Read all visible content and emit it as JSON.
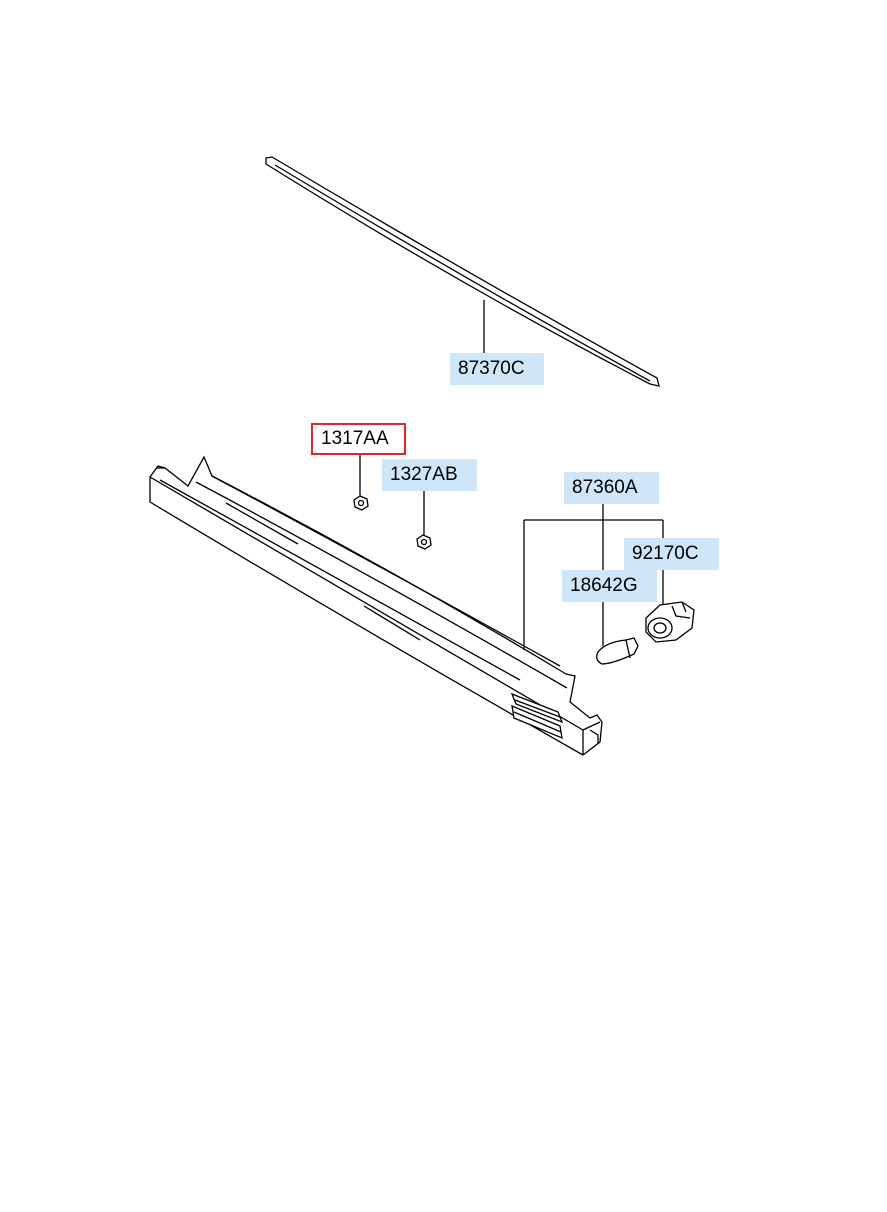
{
  "parts": [
    {
      "id": "87370C",
      "label": "87370C",
      "selected": false
    },
    {
      "id": "1317AA",
      "label": "1317AA",
      "selected": true
    },
    {
      "id": "1327AB",
      "label": "1327AB",
      "selected": false
    },
    {
      "id": "87360A",
      "label": "87360A",
      "selected": false
    },
    {
      "id": "92170C",
      "label": "92170C",
      "selected": false
    },
    {
      "id": "18642G",
      "label": "18642G",
      "selected": false
    }
  ],
  "colors": {
    "callout_bg": "#cfe5f8",
    "selected_border": "#e5252a",
    "line": "#000000"
  }
}
